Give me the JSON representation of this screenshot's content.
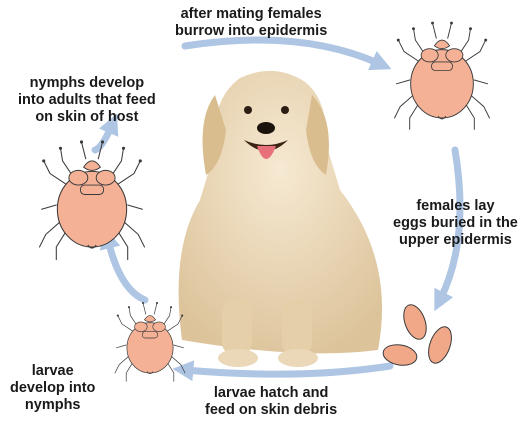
{
  "diagram": {
    "stages": [
      {
        "id": "mating",
        "lines": [
          "after mating females",
          "burrow into epidermis"
        ]
      },
      {
        "id": "eggs",
        "lines": [
          "females lay",
          "eggs buried in the",
          "upper epidermis"
        ]
      },
      {
        "id": "hatch",
        "lines": [
          "larvae hatch and",
          "feed on skin debris"
        ]
      },
      {
        "id": "larvae",
        "lines": [
          "larvae",
          "develop into",
          "nymphs"
        ]
      },
      {
        "id": "nymphs",
        "lines": [
          "nymphs develop",
          "into adults that feed",
          "on skin of host"
        ]
      }
    ],
    "colors": {
      "arrow": "#aec6e4",
      "mite_body": "#f4b196",
      "mite_outline": "#3a3a3a",
      "egg": "#f0a888",
      "text": "#1a1a1a",
      "dog_fur": "#ead8b8"
    },
    "center_image": "golden-retriever-dog"
  }
}
